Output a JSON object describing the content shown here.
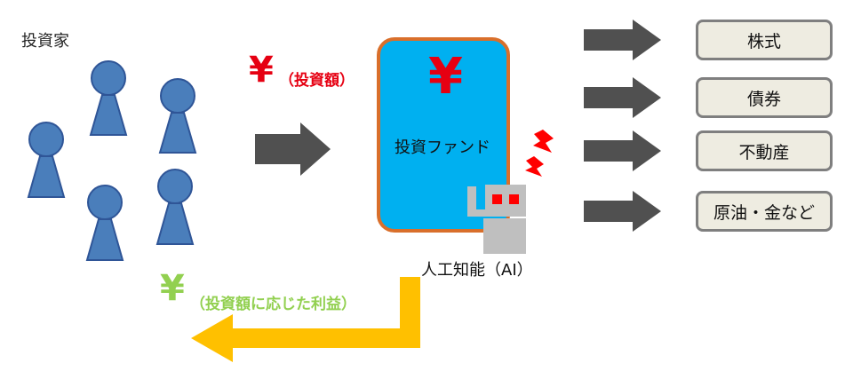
{
  "investors_label": "投資家",
  "investment": {
    "symbol": "¥",
    "label": "（投資額）"
  },
  "fund": {
    "symbol": "¥",
    "label": "投資ファンド"
  },
  "ai_label": "人工知能（AI）",
  "assets": [
    "株式",
    "債券",
    "不動産",
    "原油・金など"
  ],
  "return": {
    "symbol": "¥",
    "label": "（投資額に応じた利益）"
  },
  "colors": {
    "person": "#4a7ebb",
    "fund_fill": "#00b0f0",
    "fund_border": "#d96f2b",
    "arrow": "#505050",
    "return_arrow": "#ffc000",
    "yen_red": "#e60012",
    "yen_green": "#92d050",
    "asset_fill": "#eeece1"
  }
}
